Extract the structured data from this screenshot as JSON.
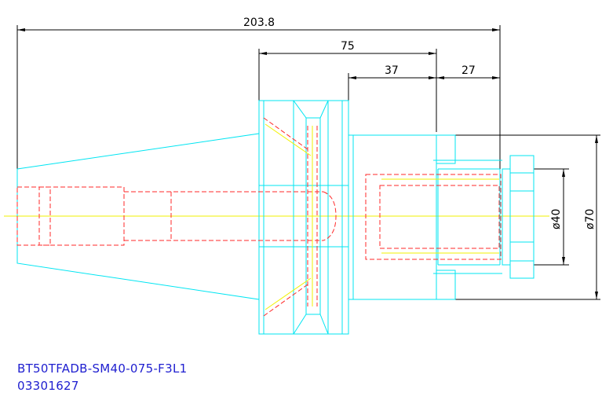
{
  "dimensions": {
    "overall_length": "203.8",
    "length_75": "75",
    "length_37": "37",
    "length_27": "27",
    "diameter_40": "ø40",
    "diameter_70": "ø70"
  },
  "title_block": {
    "part_number": "BT50TFADB-SM40-075-F3L1",
    "code": "03301627"
  },
  "colors": {
    "outline": "#00e5f2",
    "hidden": "#ff2a2a",
    "centerline": "#f2f200",
    "dimension": "#000000",
    "label_text": "#2020d0"
  }
}
